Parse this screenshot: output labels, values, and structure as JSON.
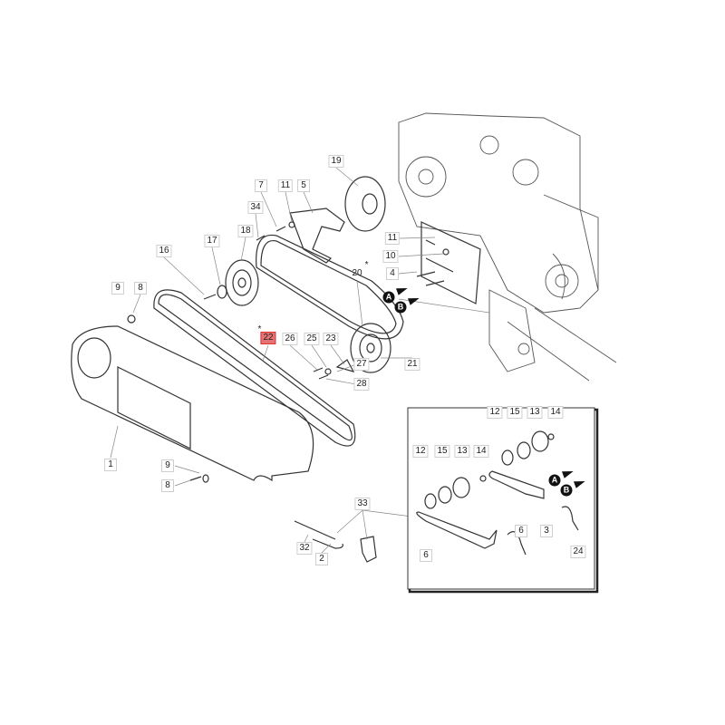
{
  "title": "Exploded parts diagram - belt drive",
  "highlight_color": "#e57373",
  "labels": [
    "1",
    "2",
    "3",
    "4",
    "5",
    "6",
    "6",
    "7",
    "8",
    "8",
    "9",
    "9",
    "10",
    "11",
    "11",
    "12",
    "12",
    "13",
    "13",
    "14",
    "14",
    "15",
    "15",
    "16",
    "17",
    "18",
    "19",
    "20",
    "21",
    "22",
    "23",
    "24",
    "25",
    "26",
    "27",
    "28",
    "32",
    "33",
    "34"
  ],
  "starred": [
    "20",
    "22"
  ],
  "highlighted": "22",
  "markers": [
    "A",
    "B",
    "A",
    "B"
  ]
}
